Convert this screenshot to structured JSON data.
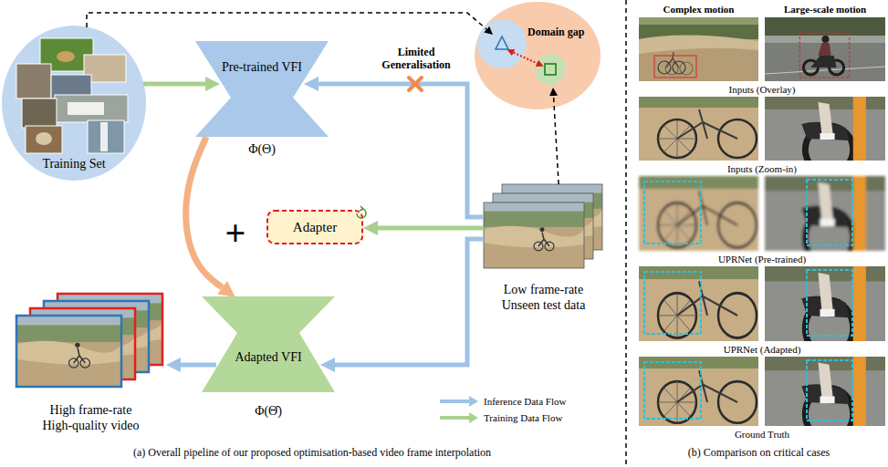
{
  "diagram": {
    "nodes": [
      {
        "text": [
          "Training Set"
        ]
      },
      {
        "text": [
          "Pre-trained VFI",
          "Φ(Θ)"
        ]
      },
      {
        "text": [
          "Domain gap"
        ]
      },
      {
        "text": [
          "Adapter"
        ]
      },
      {
        "text": [
          "Adapted VFI",
          "Φ(Θ̂)"
        ]
      },
      {
        "text": [
          "Low frame-rate Unseen test data"
        ]
      },
      {
        "text": [
          "High frame-rate High-quality video"
        ]
      }
    ],
    "edges": [
      {
        "from": 0,
        "to": 1,
        "arrow": "to"
      },
      {
        "from": 5,
        "to": 1,
        "label": "Limited Generalisation",
        "arrow": "to"
      },
      {
        "from": 5,
        "to": 3,
        "arrow": "to"
      },
      {
        "from": 5,
        "to": 4,
        "arrow": "to"
      },
      {
        "from": 4,
        "to": 6,
        "arrow": "to"
      },
      {
        "from": 1,
        "to": 4,
        "arrow": "to"
      },
      {
        "from": 0,
        "to": 2,
        "arrow": "to"
      },
      {
        "from": 5,
        "to": 2,
        "arrow": "to"
      }
    ],
    "labels": [
      "+",
      "Complex motion",
      "Large-scale motion",
      "Inputs (Overlay)",
      "Inputs (Zoom-in)",
      "UPRNet (Pre-trained)",
      "UPRNet (Adapted)",
      "Ground Truth",
      "(a) Overall pipeline of our proposed optimisation-based video frame interpolation",
      "(b) Comparison on critical cases"
    ],
    "legend": [
      {
        "text": "Inference Data Flow"
      },
      {
        "text": "Training Data Flow"
      }
    ]
  }
}
